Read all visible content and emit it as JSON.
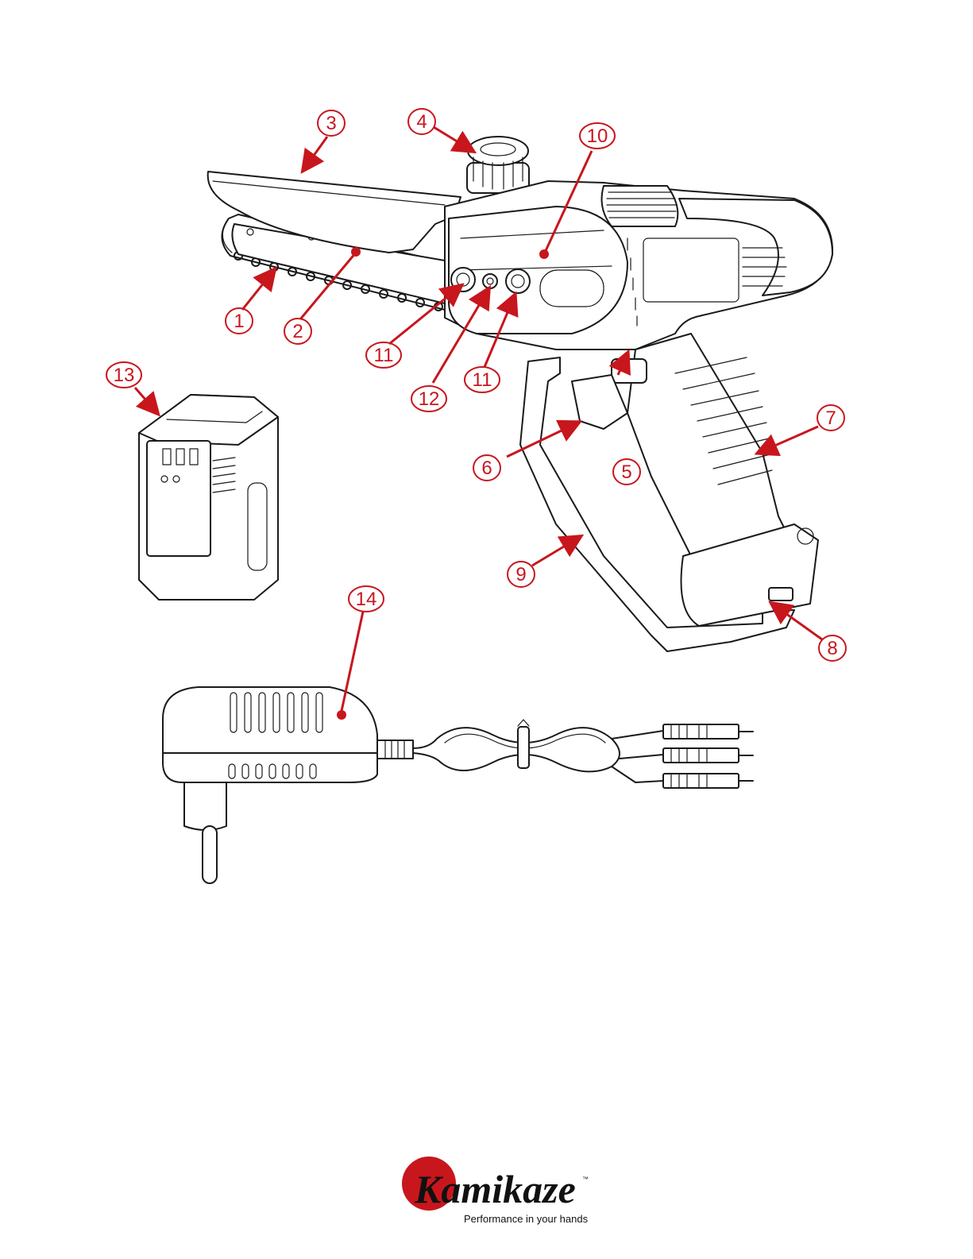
{
  "callouts": [
    {
      "label": "1"
    },
    {
      "label": "2"
    },
    {
      "label": "3"
    },
    {
      "label": "4"
    },
    {
      "label": "5"
    },
    {
      "label": "6"
    },
    {
      "label": "7"
    },
    {
      "label": "8"
    },
    {
      "label": "9"
    },
    {
      "label": "10"
    },
    {
      "label": "11"
    },
    {
      "label": "11"
    },
    {
      "label": "12"
    },
    {
      "label": "13"
    },
    {
      "label": "14"
    }
  ],
  "brand": {
    "logo_text": "Kamikaze",
    "trademark": "™",
    "tagline": "Performance in your hands"
  },
  "colors": {
    "callout": "#c8161d",
    "line_art": "#1a1a1a",
    "logo_red": "#c8161d"
  }
}
